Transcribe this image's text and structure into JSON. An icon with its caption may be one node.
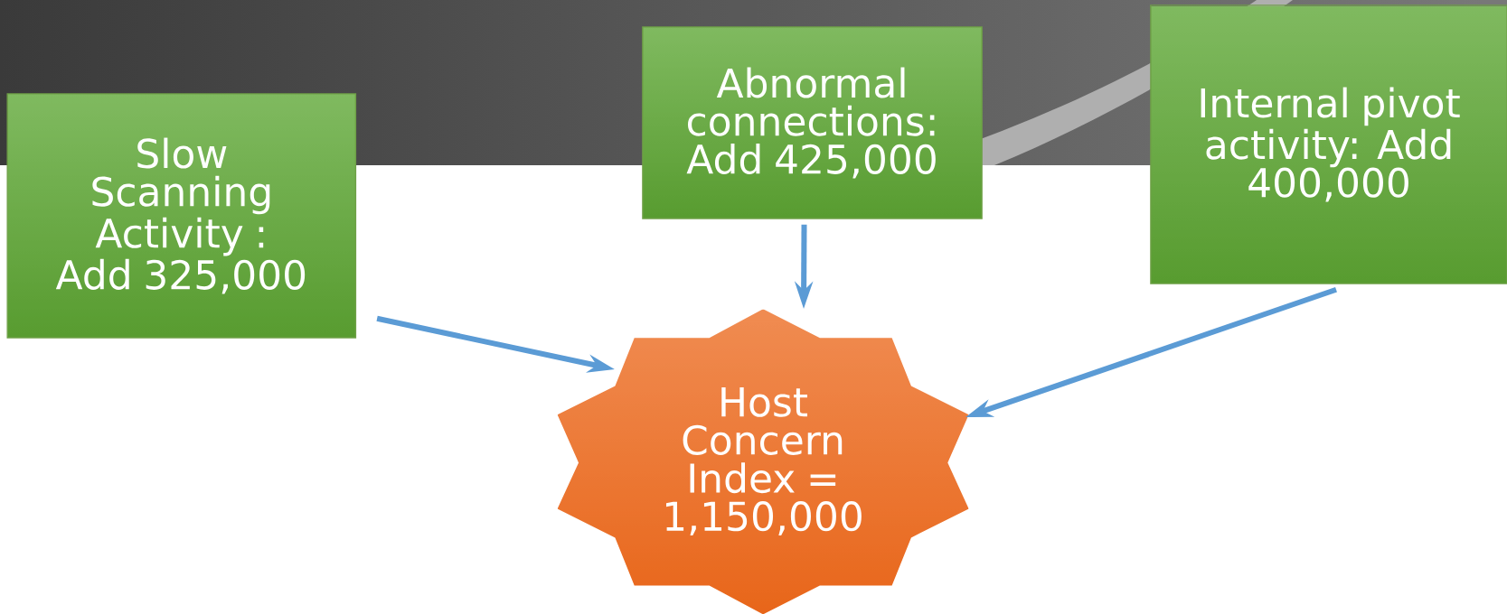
{
  "diagram": {
    "nodes": [
      {
        "text": [
          "Slow Scanning Activity : Add 325,000"
        ]
      },
      {
        "text": [
          "Abnormal connections: Add 425,000"
        ]
      },
      {
        "text": [
          "Internal pivot activity: Add 400,000"
        ]
      },
      {
        "text": [
          "Host Concern Index = 1,150,000"
        ]
      }
    ],
    "edges": [
      {
        "from": 0,
        "to": 3,
        "arrow": "to"
      },
      {
        "from": 1,
        "to": 3,
        "arrow": "to"
      },
      {
        "from": 2,
        "to": 3,
        "arrow": "to"
      }
    ]
  }
}
